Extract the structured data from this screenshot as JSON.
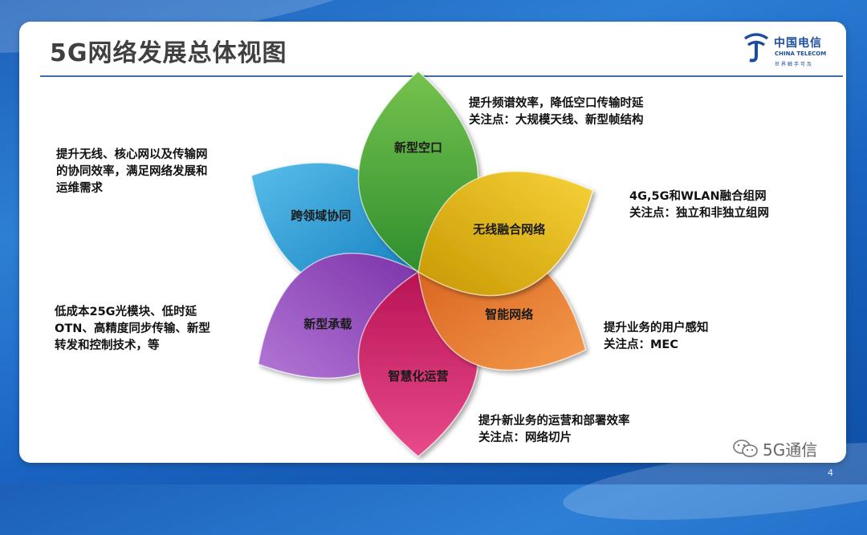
{
  "slide": {
    "title": "5G网络发展总体视图",
    "page_number": "4",
    "logo": {
      "name": "中国电信",
      "en": "CHINA TELECOM",
      "slogan": "世界触手可及"
    },
    "watermark": "5G通信"
  },
  "petals": [
    {
      "label": "新型空口",
      "color": "#3fa53a",
      "color_light": "#76c24e"
    },
    {
      "label": "无线融合网络",
      "color": "#d9a800",
      "color_light": "#f2cc2a"
    },
    {
      "label": "智能网络",
      "color": "#e2742a",
      "color_light": "#f59b4c"
    },
    {
      "label": "智慧化运营",
      "color": "#cc1d63",
      "color_light": "#e94a8b"
    },
    {
      "label": "新型承载",
      "color": "#8d43b6",
      "color_light": "#b277d6"
    },
    {
      "label": "跨领域协同",
      "color": "#1e97d4",
      "color_light": "#59bde9"
    }
  ],
  "descriptions": {
    "new_air_interface": "提升频谱效率，降低空口传输时延\n关注点：大规模天线、新型帧结构",
    "wireless_fusion": "4G,5G和WLAN融合组网\n关注点：独立和非独立组网",
    "smart_network": "提升业务的用户感知\n关注点：MEC",
    "smart_operation": "提升新业务的运营和部署效率\n关注点：网络切片",
    "new_bearer": "低成本25G光模块、低时延\nOTN、高精度同步传输、新型\n转发和控制技术，等",
    "cross_domain": "提升无线、核心网以及传输网\n的协同效率，满足网络发展和\n运维需求"
  }
}
